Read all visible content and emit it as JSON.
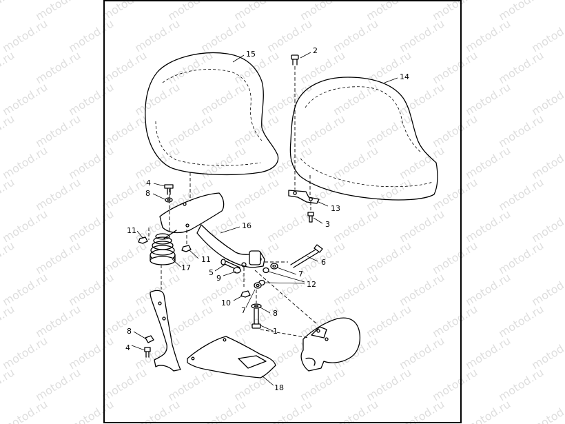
{
  "watermark": {
    "text": "motod.ru"
  },
  "callouts": [
    {
      "id": "c1",
      "label": "1"
    },
    {
      "id": "c2",
      "label": "2"
    },
    {
      "id": "c3",
      "label": "3"
    },
    {
      "id": "c4a",
      "label": "4"
    },
    {
      "id": "c4b",
      "label": "4"
    },
    {
      "id": "c5",
      "label": "5"
    },
    {
      "id": "c6",
      "label": "6"
    },
    {
      "id": "c7a",
      "label": "7"
    },
    {
      "id": "c7b",
      "label": "7"
    },
    {
      "id": "c8a",
      "label": "8"
    },
    {
      "id": "c8b",
      "label": "8"
    },
    {
      "id": "c8c",
      "label": "8"
    },
    {
      "id": "c9",
      "label": "9"
    },
    {
      "id": "c10",
      "label": "10"
    },
    {
      "id": "c11a",
      "label": "11"
    },
    {
      "id": "c11b",
      "label": "11"
    },
    {
      "id": "c12",
      "label": "12"
    },
    {
      "id": "c13",
      "label": "13"
    },
    {
      "id": "c14",
      "label": "14"
    },
    {
      "id": "c15",
      "label": "15"
    },
    {
      "id": "c16",
      "label": "16"
    },
    {
      "id": "c17",
      "label": "17"
    },
    {
      "id": "c18",
      "label": "18"
    }
  ]
}
